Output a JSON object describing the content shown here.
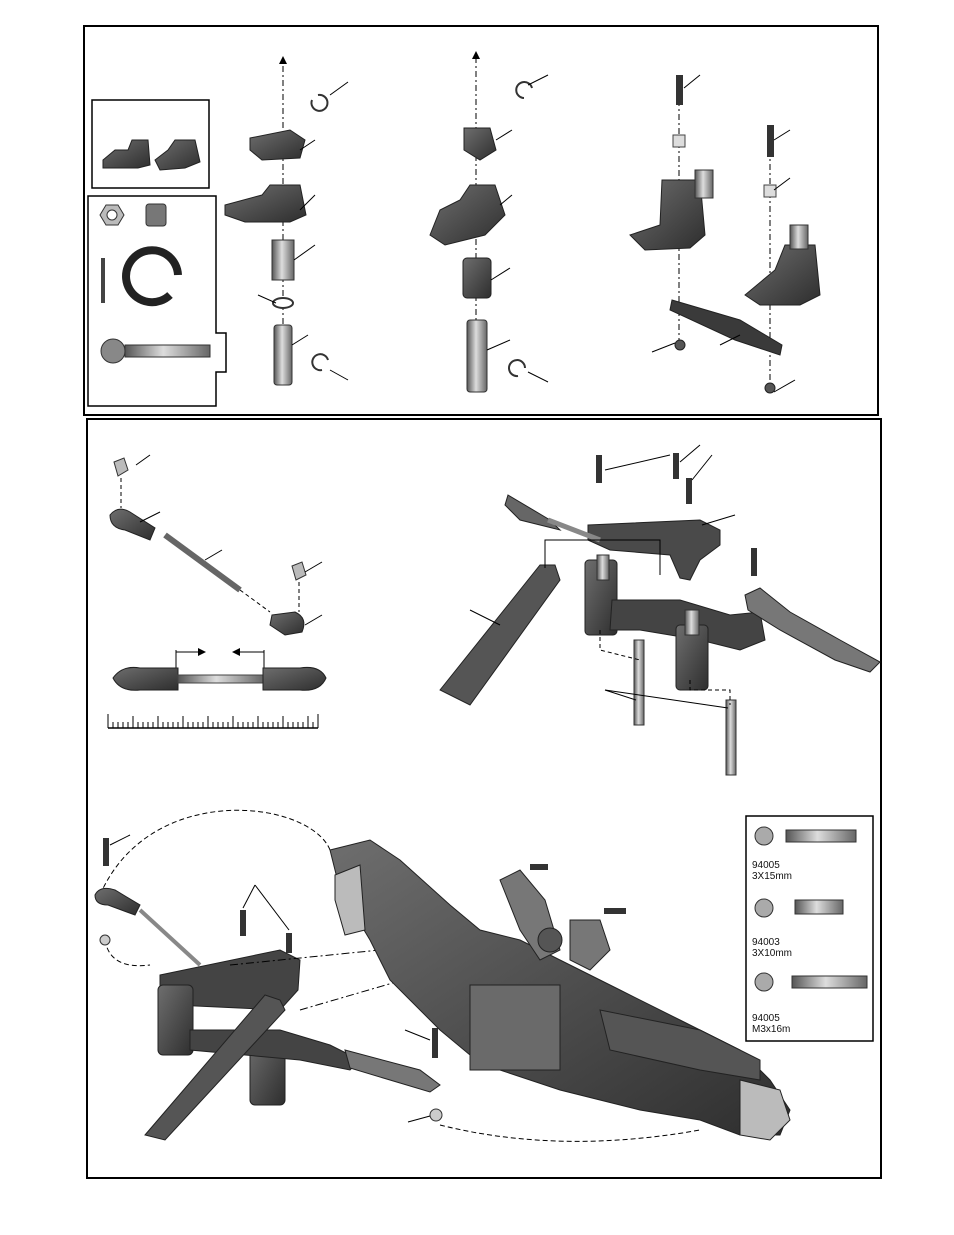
{
  "hardware_legend": [
    {
      "part_no": "94005",
      "size": "3X15mm"
    },
    {
      "part_no": "94003",
      "size": "3X10mm"
    },
    {
      "part_no": "94005",
      "size": "M3x16m"
    }
  ]
}
